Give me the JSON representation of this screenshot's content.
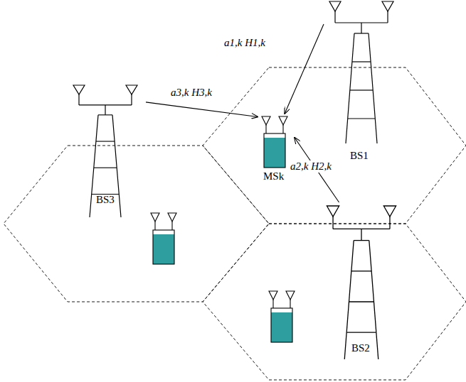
{
  "diagram": {
    "nodes": [
      {
        "text": [
          "BS1"
        ]
      },
      {
        "text": [
          "BS3"
        ]
      },
      {
        "text": [
          "MSk"
        ]
      },
      {
        "text": [
          "BS2"
        ]
      }
    ],
    "edges": [
      {
        "from": 0,
        "to": 2,
        "arrow": "to",
        "label": "a1,k H1,k"
      },
      {
        "from": 1,
        "to": 2,
        "arrow": "to",
        "label": "a3,k H3,k"
      },
      {
        "from": 3,
        "to": 2,
        "arrow": "to",
        "label": "a2,k H2,k"
      }
    ]
  }
}
